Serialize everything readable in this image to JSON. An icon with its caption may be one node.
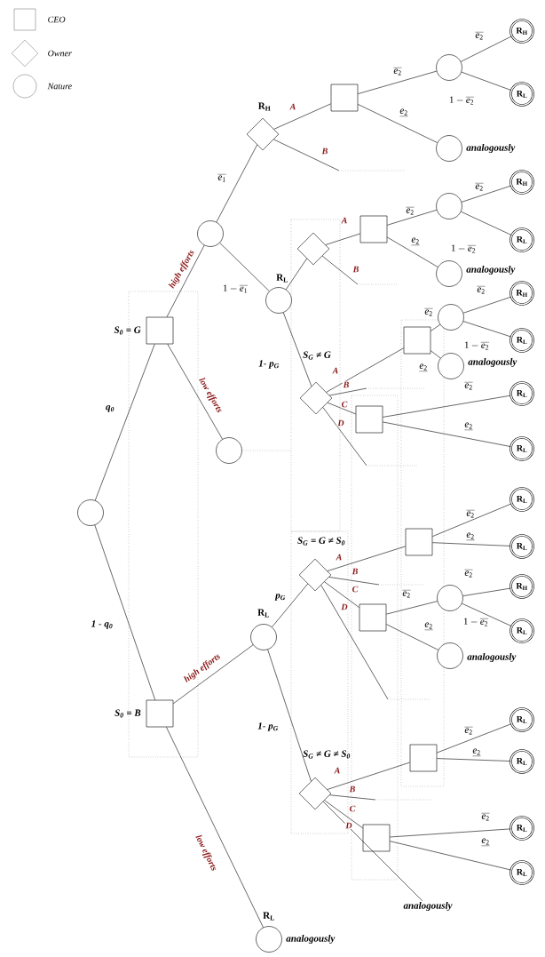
{
  "diagram": {
    "nodes": [
      {
        "text": [],
        "shape": "circle"
      },
      {
        "text": [],
        "shape": "box",
        "beside": [
          "S$_{0}$ = G"
        ]
      },
      {
        "text": [],
        "shape": "circle"
      },
      {
        "text": [],
        "shape": "diamond",
        "beside": [
          "R$_{H}$"
        ]
      },
      {
        "text": [],
        "shape": "box"
      },
      {
        "text": [],
        "shape": "circle"
      },
      {
        "text": [
          "R$_{H}$"
        ]
      },
      {
        "text": [
          "R$_{L}$"
        ]
      },
      {
        "text": [],
        "shape": "circle",
        "beside": [
          "analogously"
        ]
      },
      {
        "text": [],
        "shape": "circle",
        "beside": [
          "R$_{L}$"
        ]
      },
      {
        "text": [],
        "shape": "diamond"
      },
      {
        "text": [],
        "shape": "box"
      },
      {
        "text": [],
        "shape": "circle"
      },
      {
        "text": [
          "R$_{H}$"
        ]
      },
      {
        "text": [
          "R$_{L}$"
        ]
      },
      {
        "text": [],
        "shape": "circle",
        "beside": [
          "analogously"
        ]
      },
      {
        "text": [],
        "shape": "diamond",
        "beside": [
          "S$_{G}$ ≠ G"
        ]
      },
      {
        "text": [],
        "shape": "box"
      },
      {
        "text": [],
        "shape": "circle"
      },
      {
        "text": [
          "R$_{H}$"
        ]
      },
      {
        "text": [
          "R$_{L}$"
        ]
      },
      {
        "text": [],
        "shape": "circle",
        "beside": [
          "analogously"
        ]
      },
      {
        "text": [],
        "shape": "box"
      },
      {
        "text": [
          "R$_{L}$"
        ]
      },
      {
        "text": [
          "R$_{L}$"
        ]
      },
      {
        "text": [],
        "shape": "circle"
      },
      {
        "text": [],
        "shape": "box",
        "beside": [
          "S$_{0}$ = B"
        ]
      },
      {
        "text": [],
        "shape": "circle",
        "beside": [
          "R$_{L}$"
        ]
      },
      {
        "text": [],
        "shape": "diamond",
        "beside": [
          "S$_{G}$ = G ≠ S$_{0}$"
        ]
      },
      {
        "text": [],
        "shape": "box"
      },
      {
        "text": [
          "R$_{L}$"
        ]
      },
      {
        "text": [
          "R$_{L}$"
        ]
      },
      {
        "text": [],
        "shape": "box"
      },
      {
        "text": [],
        "shape": "circle"
      },
      {
        "text": [
          "R$_{H}$"
        ]
      },
      {
        "text": [
          "R$_{L}$"
        ]
      },
      {
        "text": [],
        "shape": "circle",
        "beside": [
          "analogously"
        ]
      },
      {
        "text": [],
        "shape": "diamond",
        "beside": [
          "S$_{G}$ ≠ G ≠ S$_{0}$"
        ]
      },
      {
        "text": [],
        "shape": "box"
      },
      {
        "text": [
          "R$_{L}$"
        ]
      },
      {
        "text": [
          "R$_{L}$"
        ]
      },
      {
        "text": [],
        "shape": "box"
      },
      {
        "text": [
          "R$_{L}$"
        ]
      },
      {
        "text": [
          "R$_{L}$"
        ]
      },
      {
        "text": [
          "analogously"
        ]
      },
      {
        "text": [],
        "shape": "circle",
        "beside": [
          "R$_{L}$",
          "analogously"
        ]
      }
    ],
    "edges": [
      {
        "from": 0,
        "to": 1,
        "arrow": "none",
        "label": "q$_{0}$"
      },
      {
        "from": 0,
        "to": 26,
        "arrow": "none",
        "label": "1 - q$_{0}$"
      },
      {
        "from": 1,
        "to": 2,
        "arrow": "none",
        "label": "high efforts"
      },
      {
        "from": 1,
        "to": 25,
        "arrow": "none",
        "label": "low efforts"
      },
      {
        "from": 2,
        "to": 3,
        "arrow": "none",
        "label": "\\overline{e_1}"
      },
      {
        "from": 2,
        "to": 9,
        "arrow": "none",
        "label": "1 - \\overline{e_1}"
      },
      {
        "from": 3,
        "to": 4,
        "arrow": "none",
        "label": "A"
      },
      {
        "from": 3,
        "to": null,
        "arrow": "none",
        "label": "B"
      },
      {
        "from": 4,
        "to": 5,
        "arrow": "none",
        "label": "\\overline{e_2}"
      },
      {
        "from": 4,
        "to": 8,
        "arrow": "none",
        "label": "\\underline{e_2}"
      },
      {
        "from": 5,
        "to": 6,
        "arrow": "none",
        "label": "\\overline{e_2}"
      },
      {
        "from": 5,
        "to": 7,
        "arrow": "none",
        "label": "1 - \\overline{e_2}"
      },
      {
        "from": 9,
        "to": 10,
        "arrow": "none"
      },
      {
        "from": 10,
        "to": 11,
        "arrow": "none",
        "label": "A"
      },
      {
        "from": 10,
        "to": null,
        "arrow": "none",
        "label": "B"
      },
      {
        "from": 11,
        "to": 12,
        "arrow": "none",
        "label": "\\overline{e_2}"
      },
      {
        "from": 11,
        "to": 15,
        "arrow": "none",
        "label": "\\underline{e_2}"
      },
      {
        "from": 12,
        "to": 13,
        "arrow": "none",
        "label": "\\overline{e_2}"
      },
      {
        "from": 12,
        "to": 14,
        "arrow": "none",
        "label": "1 - \\overline{e_2}"
      },
      {
        "from": 9,
        "to": 16,
        "arrow": "none",
        "label": "1- p$_{G}$"
      },
      {
        "from": 16,
        "to": 17,
        "arrow": "none",
        "label": "A"
      },
      {
        "from": 16,
        "to": null,
        "arrow": "none",
        "label": "B"
      },
      {
        "from": 16,
        "to": 22,
        "arrow": "none",
        "label": "C"
      },
      {
        "from": 16,
        "to": null,
        "arrow": "none",
        "label": "D"
      },
      {
        "from": 17,
        "to": 18,
        "arrow": "none",
        "label": "\\overline{e_2}"
      },
      {
        "from": 17,
        "to": 21,
        "arrow": "none",
        "label": "\\underline{e_2}"
      },
      {
        "from": 18,
        "to": 19,
        "arrow": "none",
        "label": "\\overline{e_2}"
      },
      {
        "from": 18,
        "to": 20,
        "arrow": "none",
        "label": "1 - \\overline{e_2}"
      },
      {
        "from": 22,
        "to": 23,
        "arrow": "none",
        "label": "\\overline{e_2}"
      },
      {
        "from": 22,
        "to": 24,
        "arrow": "none",
        "label": "\\underline{e_2}"
      },
      {
        "from": 26,
        "to": 27,
        "arrow": "none",
        "label": "high efforts"
      },
      {
        "from": 26,
        "to": 45,
        "arrow": "none",
        "label": "low efforts"
      },
      {
        "from": 27,
        "to": 28,
        "arrow": "none",
        "label": "p$_{G}$"
      },
      {
        "from": 27,
        "to": 37,
        "arrow": "none",
        "label": "1- p$_{G}$"
      },
      {
        "from": 28,
        "to": 29,
        "arrow": "none",
        "label": "A"
      },
      {
        "from": 28,
        "to": null,
        "arrow": "none",
        "label": "B"
      },
      {
        "from": 28,
        "to": 32,
        "arrow": "none",
        "label": "C"
      },
      {
        "from": 28,
        "to": null,
        "arrow": "none",
        "label": "D"
      },
      {
        "from": 29,
        "to": 30,
        "arrow": "none",
        "label": "\\overline{e_2}"
      },
      {
        "from": 29,
        "to": 31,
        "arrow": "none",
        "label": "\\underline{e_2}"
      },
      {
        "from": 32,
        "to": 33,
        "arrow": "none",
        "label": "\\overline{e_2}"
      },
      {
        "from": 32,
        "to": 36,
        "arrow": "none",
        "label": "\\underline{e_2}"
      },
      {
        "from": 33,
        "to": 34,
        "arrow": "none",
        "label": "\\overline{e_2}"
      },
      {
        "from": 33,
        "to": 35,
        "arrow": "none",
        "label": "1 - \\overline{e_2}"
      },
      {
        "from": 37,
        "to": 38,
        "arrow": "none",
        "label": "A"
      },
      {
        "from": 37,
        "to": null,
        "arrow": "none",
        "label": "B"
      },
      {
        "from": 37,
        "to": 41,
        "arrow": "none",
        "label": "C"
      },
      {
        "from": 37,
        "to": 44,
        "arrow": "none",
        "label": "D"
      },
      {
        "from": 38,
        "to": 39,
        "arrow": "none",
        "label": "\\overline{e_2}"
      },
      {
        "from": 38,
        "to": 40,
        "arrow": "none",
        "label": "\\underline{e_2}"
      },
      {
        "from": 41,
        "to": 42,
        "arrow": "none",
        "label": "\\overline{e_2}"
      },
      {
        "from": 41,
        "to": 43,
        "arrow": "none",
        "label": "\\underline{e_2}"
      }
    ],
    "legend": [
      {
        "text": "CEO"
      },
      {
        "text": "Owner"
      },
      {
        "text": "Nature"
      }
    ]
  }
}
